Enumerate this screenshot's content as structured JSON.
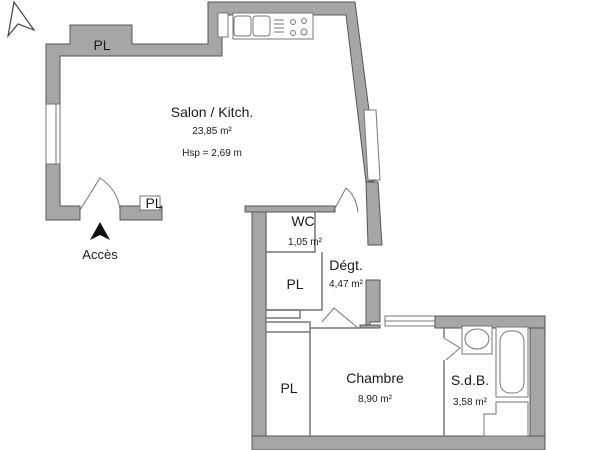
{
  "plan": {
    "rooms": [
      {
        "name": "Salon / Kitch.",
        "area": "23,85 m²",
        "height": "Hsp = 2,69 m"
      },
      {
        "name": "WC",
        "area": "1,05 m²"
      },
      {
        "name": "Dégt.",
        "area": "4,47 m²"
      },
      {
        "name": "Chambre",
        "area": "8,90 m²"
      },
      {
        "name": "S.d.B.",
        "area": "3,58 m²"
      }
    ],
    "closets": [
      "PL",
      "PL",
      "PL",
      "PL"
    ],
    "entrance": {
      "label": "Accès",
      "icon": "arrow-up-icon"
    },
    "north_arrow": {
      "icon": "compass-north-icon"
    },
    "colors": {
      "wall": "#a6a6a6",
      "wall_outline": "#555555",
      "background": "#ffffff",
      "text": "#1a1a1a"
    }
  }
}
